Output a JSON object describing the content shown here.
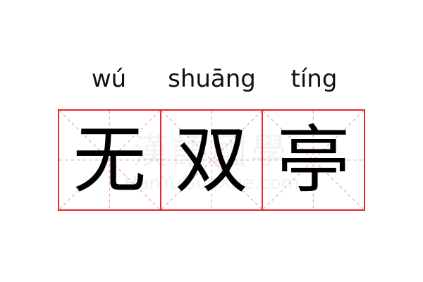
{
  "pinyin": [
    "wú",
    "shuāng",
    "tíng"
  ],
  "characters": [
    "无",
    "双",
    "亭"
  ],
  "watermark": {
    "text": "漢語國學",
    "url": "HanYuGuoXue.com"
  },
  "colors": {
    "grid_border": "#e8262b",
    "guide_lines": "#f2a0a0"
  }
}
